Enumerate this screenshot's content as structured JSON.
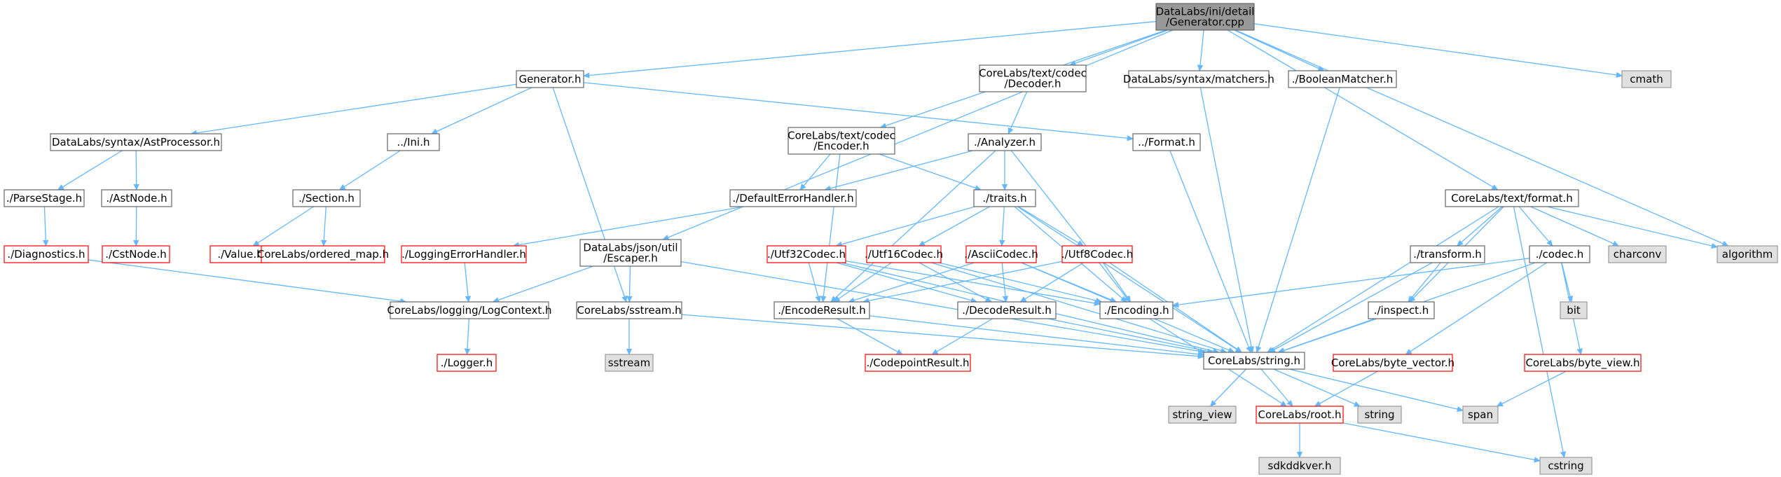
{
  "colors": {
    "edge": "#63b8ff",
    "root_fill": "#999999",
    "root_border": "#666666",
    "normal_fill": "#ffffff",
    "normal_border": "#666666",
    "missing_border": "#ff0000",
    "system_fill": "#e0e0e0",
    "system_border": "#999999"
  },
  "nodes": [
    {
      "id": "root",
      "kind": "root",
      "lines": [
        "DataLabs/ini/detail",
        "/Generator.cpp"
      ]
    },
    {
      "id": "gen",
      "kind": "normal",
      "lines": [
        "Generator.h"
      ]
    },
    {
      "id": "decoder",
      "kind": "normal",
      "lines": [
        "CoreLabs/text/codec",
        "/Decoder.h"
      ]
    },
    {
      "id": "matchers",
      "kind": "normal",
      "lines": [
        "DataLabs/syntax/matchers.h"
      ]
    },
    {
      "id": "boolm",
      "kind": "normal",
      "lines": [
        "./BooleanMatcher.h"
      ]
    },
    {
      "id": "cmath",
      "kind": "system",
      "lines": [
        "cmath"
      ]
    },
    {
      "id": "astproc",
      "kind": "normal",
      "lines": [
        "DataLabs/syntax/AstProcessor.h"
      ]
    },
    {
      "id": "ini",
      "kind": "normal",
      "lines": [
        "../Ini.h"
      ]
    },
    {
      "id": "encoder",
      "kind": "normal",
      "lines": [
        "CoreLabs/text/codec",
        "/Encoder.h"
      ]
    },
    {
      "id": "analyzer",
      "kind": "normal",
      "lines": [
        "./Analyzer.h"
      ]
    },
    {
      "id": "format",
      "kind": "normal",
      "lines": [
        "../Format.h"
      ]
    },
    {
      "id": "parsestage",
      "kind": "normal",
      "lines": [
        "./ParseStage.h"
      ]
    },
    {
      "id": "astnode",
      "kind": "normal",
      "lines": [
        "./AstNode.h"
      ]
    },
    {
      "id": "section",
      "kind": "normal",
      "lines": [
        "./Section.h"
      ]
    },
    {
      "id": "deferr",
      "kind": "normal",
      "lines": [
        "./DefaultErrorHandler.h"
      ]
    },
    {
      "id": "traits",
      "kind": "normal",
      "lines": [
        "./traits.h"
      ]
    },
    {
      "id": "textformat",
      "kind": "normal",
      "lines": [
        "CoreLabs/text/format.h"
      ]
    },
    {
      "id": "diag",
      "kind": "missing",
      "lines": [
        "./Diagnostics.h"
      ]
    },
    {
      "id": "cstnode",
      "kind": "missing",
      "lines": [
        "./CstNode.h"
      ]
    },
    {
      "id": "value",
      "kind": "missing",
      "lines": [
        "./Value.h"
      ]
    },
    {
      "id": "ordmap",
      "kind": "missing",
      "lines": [
        "CoreLabs/ordered_map.h"
      ]
    },
    {
      "id": "logerr",
      "kind": "missing",
      "lines": [
        "./LoggingErrorHandler.h"
      ]
    },
    {
      "id": "escaper",
      "kind": "normal",
      "lines": [
        "DataLabs/json/util",
        "/Escaper.h"
      ]
    },
    {
      "id": "utf32",
      "kind": "missing",
      "lines": [
        "./Utf32Codec.h"
      ]
    },
    {
      "id": "utf16",
      "kind": "missing",
      "lines": [
        "./Utf16Codec.h"
      ]
    },
    {
      "id": "ascii",
      "kind": "missing",
      "lines": [
        "./AsciiCodec.h"
      ]
    },
    {
      "id": "utf8",
      "kind": "missing",
      "lines": [
        "./Utf8Codec.h"
      ]
    },
    {
      "id": "transform",
      "kind": "normal",
      "lines": [
        "./transform.h"
      ]
    },
    {
      "id": "codec",
      "kind": "normal",
      "lines": [
        "./codec.h"
      ]
    },
    {
      "id": "charconv",
      "kind": "system",
      "lines": [
        "charconv"
      ]
    },
    {
      "id": "algorithm",
      "kind": "system",
      "lines": [
        "algorithm"
      ]
    },
    {
      "id": "logctx",
      "kind": "normal",
      "lines": [
        "CoreLabs/logging/LogContext.h"
      ]
    },
    {
      "id": "sstream_h",
      "kind": "normal",
      "lines": [
        "CoreLabs/sstream.h"
      ]
    },
    {
      "id": "encres",
      "kind": "normal",
      "lines": [
        "./EncodeResult.h"
      ]
    },
    {
      "id": "decres",
      "kind": "normal",
      "lines": [
        "./DecodeResult.h"
      ]
    },
    {
      "id": "encoding",
      "kind": "normal",
      "lines": [
        "./Encoding.h"
      ]
    },
    {
      "id": "inspect",
      "kind": "normal",
      "lines": [
        "./inspect.h"
      ]
    },
    {
      "id": "bit",
      "kind": "system",
      "lines": [
        "bit"
      ]
    },
    {
      "id": "logger",
      "kind": "missing",
      "lines": [
        "./Logger.h"
      ]
    },
    {
      "id": "sstream",
      "kind": "system",
      "lines": [
        "sstream"
      ]
    },
    {
      "id": "cpres",
      "kind": "missing",
      "lines": [
        "./CodepointResult.h"
      ]
    },
    {
      "id": "string_h",
      "kind": "normal",
      "lines": [
        "CoreLabs/string.h"
      ]
    },
    {
      "id": "bytevec",
      "kind": "missing",
      "lines": [
        "CoreLabs/byte_vector.h"
      ]
    },
    {
      "id": "byteview",
      "kind": "missing",
      "lines": [
        "CoreLabs/byte_view.h"
      ]
    },
    {
      "id": "string_view",
      "kind": "system",
      "lines": [
        "string_view"
      ]
    },
    {
      "id": "string",
      "kind": "system",
      "lines": [
        "string"
      ]
    },
    {
      "id": "root_h",
      "kind": "missing",
      "lines": [
        "CoreLabs/root.h"
      ]
    },
    {
      "id": "span",
      "kind": "system",
      "lines": [
        "span"
      ]
    },
    {
      "id": "sdkddkver",
      "kind": "system",
      "lines": [
        "sdkddkver.h"
      ]
    },
    {
      "id": "cstring",
      "kind": "system",
      "lines": [
        "cstring"
      ]
    }
  ],
  "edges": [
    [
      "root",
      "gen"
    ],
    [
      "root",
      "decoder"
    ],
    [
      "root",
      "matchers"
    ],
    [
      "root",
      "boolm"
    ],
    [
      "root",
      "cmath"
    ],
    [
      "root",
      "encoder"
    ],
    [
      "root",
      "escaper"
    ],
    [
      "root",
      "textformat"
    ],
    [
      "root",
      "algorithm"
    ],
    [
      "gen",
      "astproc"
    ],
    [
      "gen",
      "ini"
    ],
    [
      "gen",
      "format"
    ],
    [
      "gen",
      "sstream_h"
    ],
    [
      "astproc",
      "parsestage"
    ],
    [
      "astproc",
      "astnode"
    ],
    [
      "parsestage",
      "diag"
    ],
    [
      "astnode",
      "cstnode"
    ],
    [
      "ini",
      "section"
    ],
    [
      "section",
      "value"
    ],
    [
      "section",
      "ordmap"
    ],
    [
      "diag",
      "logctx"
    ],
    [
      "decoder",
      "analyzer"
    ],
    [
      "analyzer",
      "deferr"
    ],
    [
      "analyzer",
      "traits"
    ],
    [
      "analyzer",
      "encres"
    ],
    [
      "analyzer",
      "encoding"
    ],
    [
      "encoder",
      "deferr"
    ],
    [
      "encoder",
      "traits"
    ],
    [
      "encoder",
      "encres"
    ],
    [
      "deferr",
      "logerr"
    ],
    [
      "logerr",
      "logctx"
    ],
    [
      "logctx",
      "logger"
    ],
    [
      "traits",
      "utf32"
    ],
    [
      "traits",
      "utf16"
    ],
    [
      "traits",
      "ascii"
    ],
    [
      "traits",
      "utf8"
    ],
    [
      "traits",
      "encoding"
    ],
    [
      "traits",
      "string_h"
    ],
    [
      "utf32",
      "encres"
    ],
    [
      "utf32",
      "decres"
    ],
    [
      "utf32",
      "encoding"
    ],
    [
      "utf32",
      "string_h"
    ],
    [
      "utf16",
      "encres"
    ],
    [
      "utf16",
      "decres"
    ],
    [
      "utf16",
      "encoding"
    ],
    [
      "utf16",
      "string_h"
    ],
    [
      "ascii",
      "encres"
    ],
    [
      "ascii",
      "decres"
    ],
    [
      "ascii",
      "encoding"
    ],
    [
      "ascii",
      "string_h"
    ],
    [
      "utf8",
      "encres"
    ],
    [
      "utf8",
      "decres"
    ],
    [
      "utf8",
      "encoding"
    ],
    [
      "utf8",
      "string_h"
    ],
    [
      "encres",
      "cpres"
    ],
    [
      "encres",
      "string_h"
    ],
    [
      "decres",
      "cpres"
    ],
    [
      "decres",
      "string_h"
    ],
    [
      "encoding",
      "root_h"
    ],
    [
      "escaper",
      "logctx"
    ],
    [
      "escaper",
      "sstream_h"
    ],
    [
      "escaper",
      "string_h"
    ],
    [
      "sstream_h",
      "sstream"
    ],
    [
      "sstream_h",
      "string_h"
    ],
    [
      "format",
      "string_h"
    ],
    [
      "matchers",
      "string_h"
    ],
    [
      "boolm",
      "string_h"
    ],
    [
      "textformat",
      "transform"
    ],
    [
      "textformat",
      "codec"
    ],
    [
      "textformat",
      "charconv"
    ],
    [
      "textformat",
      "algorithm"
    ],
    [
      "textformat",
      "inspect"
    ],
    [
      "textformat",
      "string_h"
    ],
    [
      "textformat",
      "cstring"
    ],
    [
      "transform",
      "inspect"
    ],
    [
      "transform",
      "string_h"
    ],
    [
      "inspect",
      "string_h"
    ],
    [
      "codec",
      "encoding"
    ],
    [
      "codec",
      "bit"
    ],
    [
      "codec",
      "bytevec"
    ],
    [
      "codec",
      "byteview"
    ],
    [
      "codec",
      "string_h"
    ],
    [
      "string_h",
      "string_view"
    ],
    [
      "string_h",
      "string"
    ],
    [
      "string_h",
      "root_h"
    ],
    [
      "string_h",
      "span"
    ],
    [
      "bytevec",
      "root_h"
    ],
    [
      "byteview",
      "span"
    ],
    [
      "root_h",
      "sdkddkver"
    ],
    [
      "root_h",
      "cstring"
    ]
  ]
}
